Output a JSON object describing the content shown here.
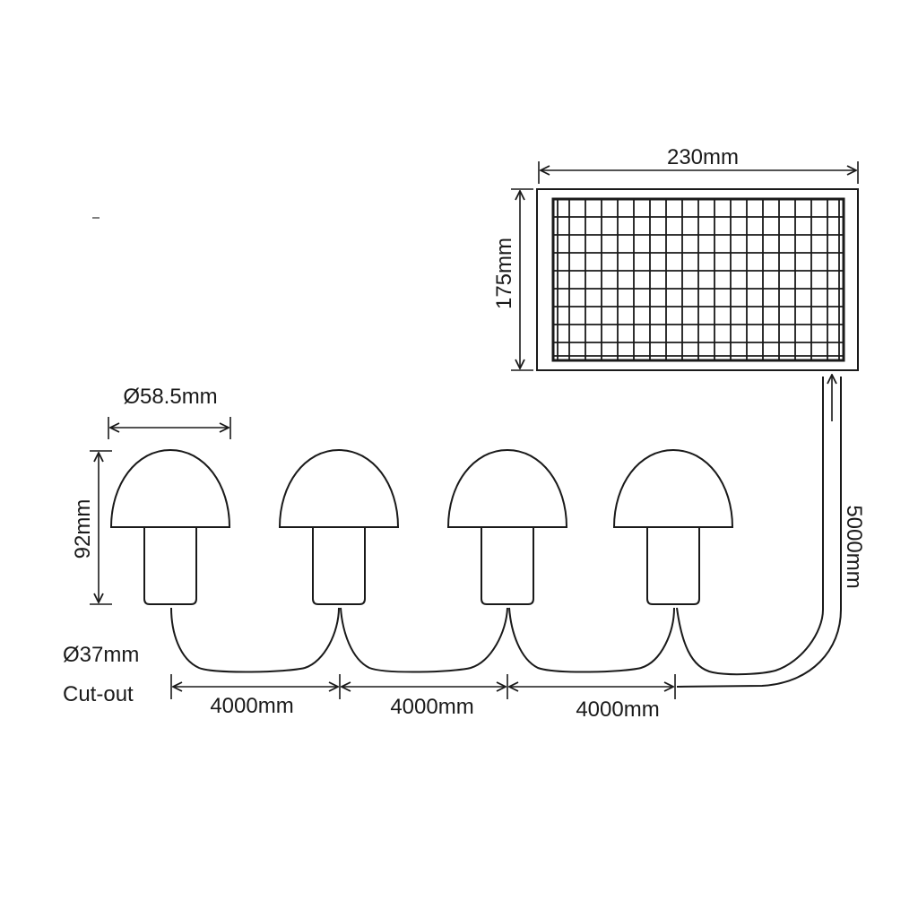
{
  "panel": {
    "width_label": "230mm",
    "height_label": "175mm",
    "grid_columns": 18,
    "grid_rows": 9
  },
  "lamp": {
    "diameter_label": "Ø58.5mm",
    "height_label": "92mm",
    "cutout_label": "Ø37mm",
    "cutout_caption": "Cut-out",
    "count": 4
  },
  "spacing_labels": [
    "4000mm",
    "4000mm",
    "4000mm"
  ],
  "lead_cable_label": "5000mm",
  "colors": {
    "line": "#1a1a1a",
    "background": "#ffffff"
  }
}
